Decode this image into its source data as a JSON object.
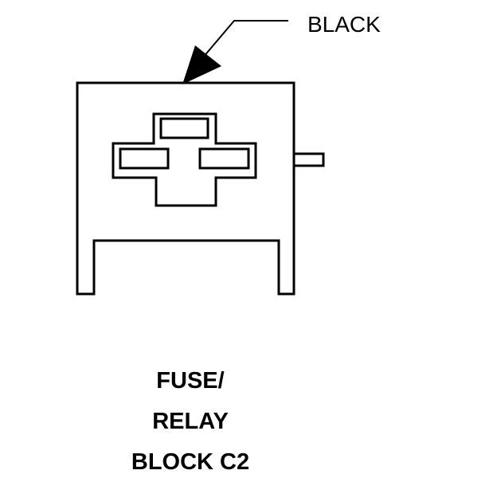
{
  "callout": {
    "label": "BLACK"
  },
  "connector_title": {
    "line1": "FUSE/",
    "line2": "RELAY",
    "line3": "BLOCK C2"
  },
  "colors": {
    "line": "#000000",
    "background": "#ffffff"
  }
}
